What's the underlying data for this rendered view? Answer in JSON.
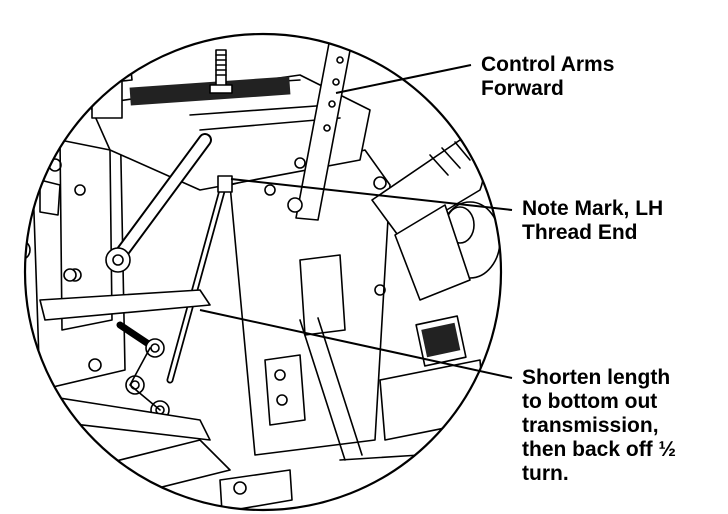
{
  "callouts": {
    "control_arms": {
      "lines": [
        "Control Arms",
        "Forward"
      ]
    },
    "note_mark": {
      "lines": [
        "Note Mark, LH",
        "Thread End"
      ]
    },
    "shorten": {
      "lines": [
        "Shorten length",
        "to bottom out",
        "transmission,",
        "then back off ½",
        "turn."
      ]
    }
  }
}
